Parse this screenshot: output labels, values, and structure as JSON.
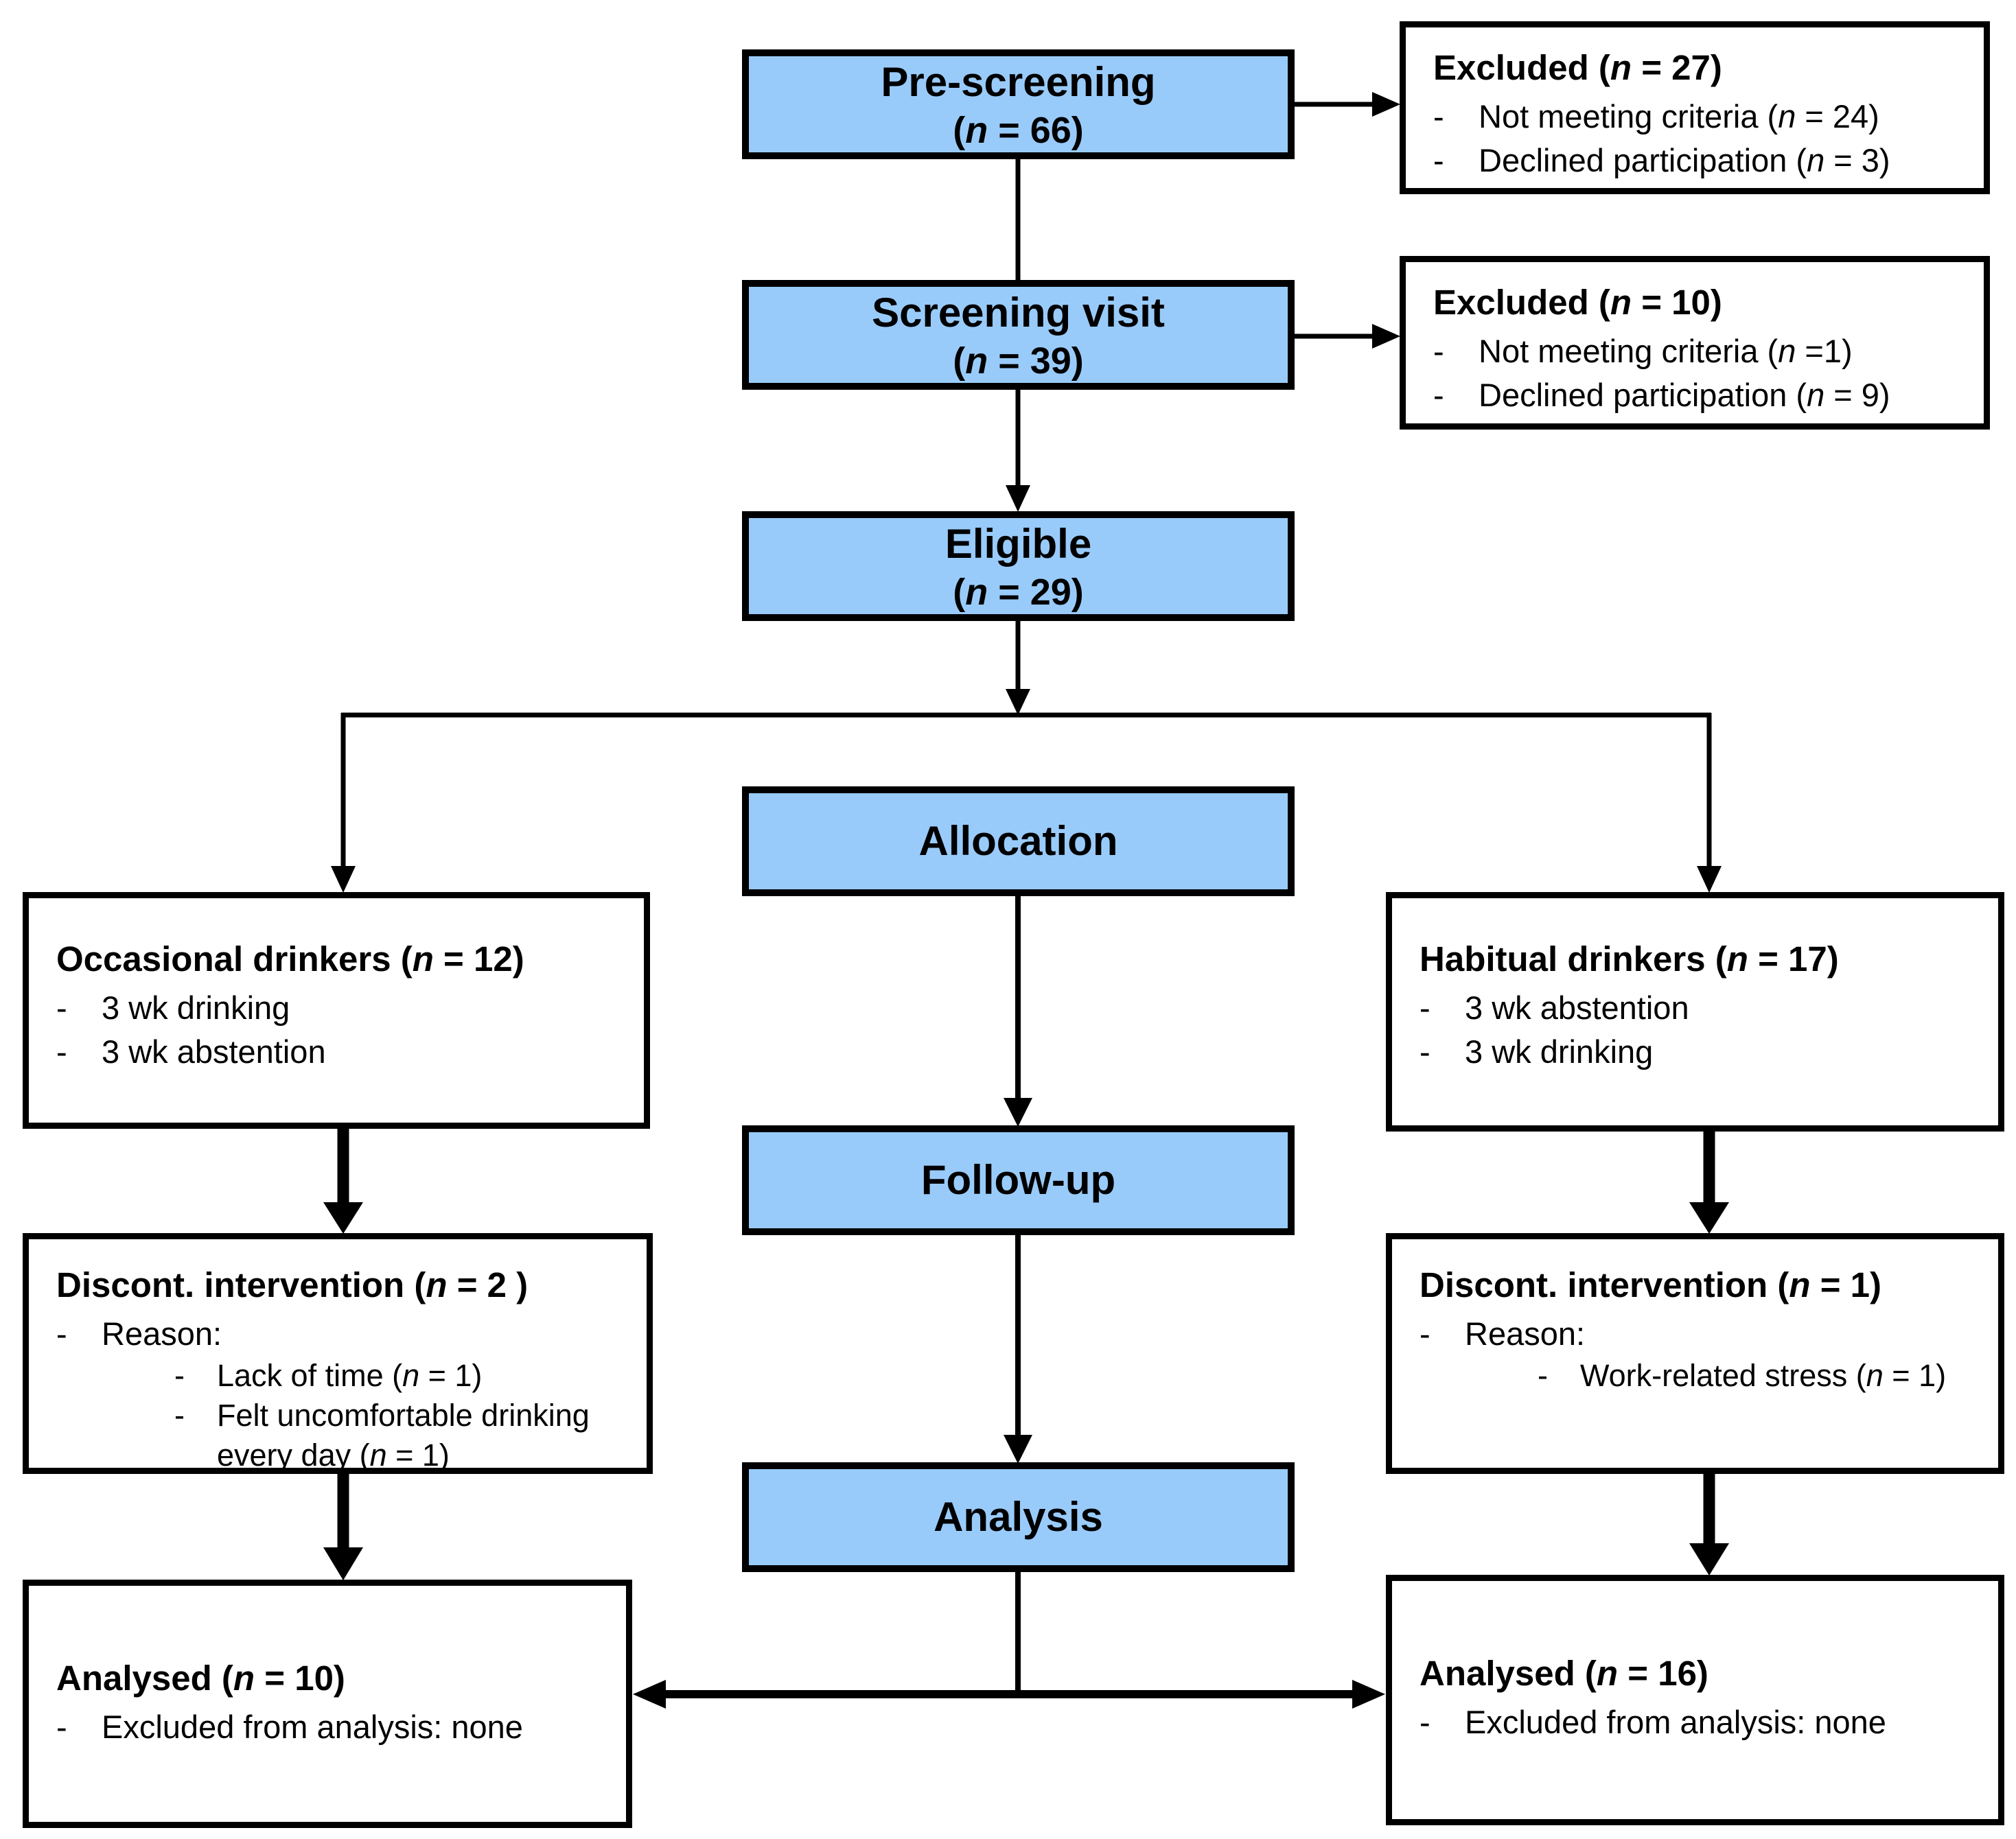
{
  "palette": {
    "stage_fill": "#99CBFA",
    "line_color": "#000000",
    "background": "#FFFFFF"
  },
  "bullet": "-",
  "stages": {
    "pre_screening": {
      "title": "Pre-screening",
      "count": "(n = 66)"
    },
    "screening_visit": {
      "title": "Screening visit",
      "count": "(n = 39)"
    },
    "eligible": {
      "title": "Eligible",
      "count": "(n = 29)"
    },
    "allocation": {
      "title": "Allocation"
    },
    "follow_up": {
      "title": "Follow-up"
    },
    "analysis": {
      "title": "Analysis"
    }
  },
  "side_boxes": {
    "excluded_prescreening": {
      "title": "Excluded (n = 27)",
      "items": [
        "Not meeting criteria (n = 24)",
        "Declined participation (n = 3)"
      ]
    },
    "excluded_screening": {
      "title": "Excluded (n = 10)",
      "items": [
        "Not meeting criteria (n =1)",
        "Declined participation (n = 9)"
      ]
    },
    "occasional": {
      "title": "Occasional drinkers (n = 12)",
      "items": [
        "3 wk drinking",
        "3 wk abstention"
      ]
    },
    "habitual": {
      "title": "Habitual drinkers (n = 17)",
      "items": [
        "3 wk abstention",
        "3 wk drinking"
      ]
    },
    "discont_occasional": {
      "title": "Discont. intervention (n = 2 )",
      "items": [
        "Reason:"
      ],
      "sub_items": [
        "Lack of time (n = 1)",
        "Felt uncomfortable drinking every day (n = 1)"
      ]
    },
    "discont_habitual": {
      "title": "Discont. intervention (n = 1)",
      "items": [
        "Reason:"
      ],
      "sub_items": [
        "Work-related stress (n = 1)"
      ]
    },
    "analysed_occasional": {
      "title": "Analysed (n = 10)",
      "items": [
        "Excluded from analysis: none"
      ]
    },
    "analysed_habitual": {
      "title": "Analysed (n = 16)",
      "items": [
        "Excluded from analysis: none"
      ]
    }
  }
}
